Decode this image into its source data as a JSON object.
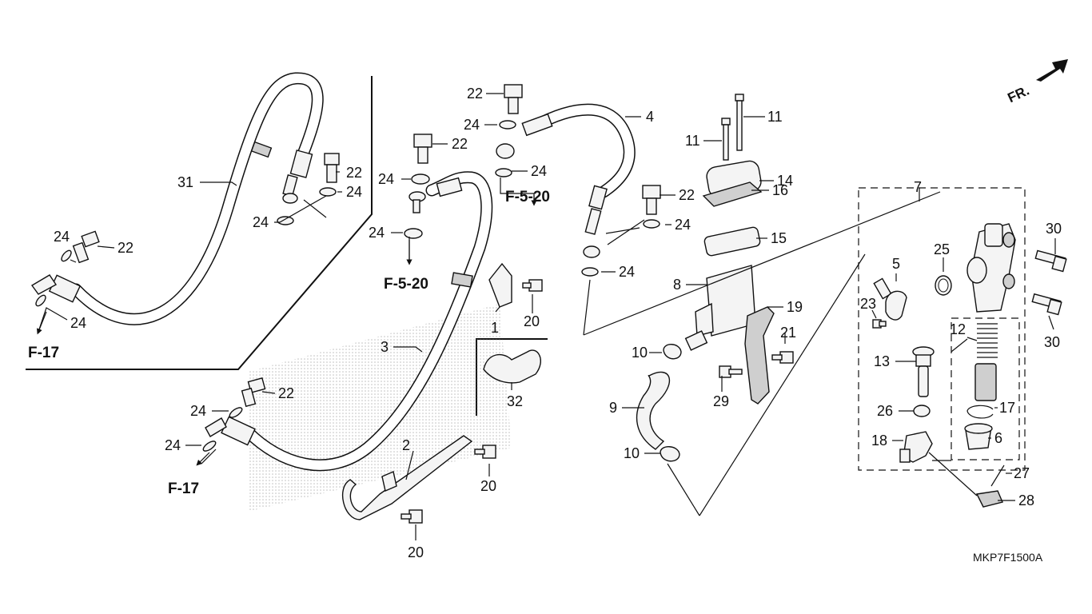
{
  "diagram": {
    "code": "MKP7F1500A",
    "front_indicator": "FR.",
    "references": {
      "f5_20": "F-5-20",
      "f17": "F-17"
    },
    "callouts": {
      "n1": "1",
      "n2": "2",
      "n3": "3",
      "n4": "4",
      "n5": "5",
      "n6": "6",
      "n7": "7",
      "n8": "8",
      "n9": "9",
      "n10": "10",
      "n11": "11",
      "n12": "12",
      "n13": "13",
      "n14": "14",
      "n15": "15",
      "n16": "16",
      "n17": "17",
      "n18": "18",
      "n19": "19",
      "n20": "20",
      "n21": "21",
      "n22": "22",
      "n23": "23",
      "n24": "24",
      "n25": "25",
      "n26": "26",
      "n27": "27",
      "n28": "28",
      "n29": "29",
      "n30": "30",
      "n31": "31",
      "n32": "32"
    }
  }
}
